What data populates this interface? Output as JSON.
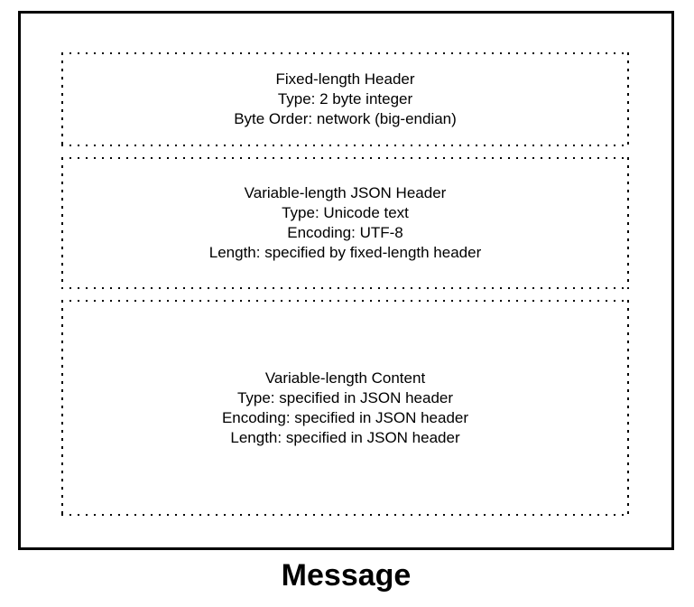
{
  "caption": "Message",
  "colors": {
    "ink": "#000000",
    "background": "#ffffff"
  },
  "sections": [
    {
      "name": "fixed-length-header",
      "lines": [
        "Fixed-length Header",
        "Type: 2 byte integer",
        "Byte Order: network (big-endian)"
      ]
    },
    {
      "name": "variable-length-json-header",
      "lines": [
        "Variable-length JSON Header",
        "Type: Unicode text",
        "Encoding: UTF-8",
        "Length: specified by fixed-length header"
      ]
    },
    {
      "name": "variable-length-content",
      "lines": [
        "Variable-length Content",
        "Type: specified in JSON header",
        "Encoding: specified in JSON header",
        "Length: specified in JSON header"
      ]
    }
  ]
}
